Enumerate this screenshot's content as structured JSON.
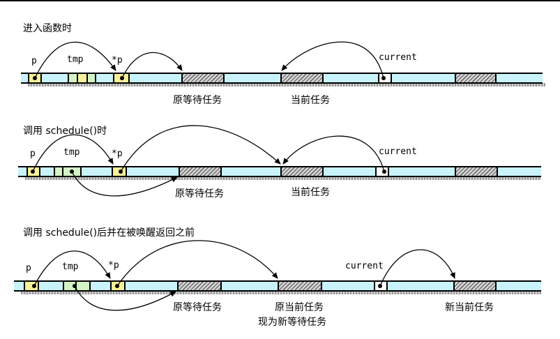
{
  "scenes": [
    {
      "title": "进入函数时",
      "labels": {
        "p": "p",
        "tmp": "tmp",
        "star_p": "*p",
        "current": "current"
      },
      "task_labels": [
        "原等待任务",
        "当前任务"
      ]
    },
    {
      "title": "调用 schedule()时",
      "labels": {
        "p": "p",
        "tmp": "tmp",
        "star_p": "*p",
        "current": "current"
      },
      "task_labels": [
        "原等待任务",
        "当前任务"
      ]
    },
    {
      "title": "调用 schedule()后并在被唤醒返回之前",
      "labels": {
        "p": "p",
        "tmp": "tmp",
        "star_p": "*p",
        "current": "current"
      },
      "task_labels": [
        "原等待任务",
        "原当前任务",
        "现为新等待任务",
        "新当前任务"
      ]
    }
  ],
  "colors": {
    "stack": "#c9f3fb",
    "pointer_cell": "#f6f098",
    "tmp_cell": "#d4f3c4",
    "task_hatch": "#6f6f6f"
  }
}
